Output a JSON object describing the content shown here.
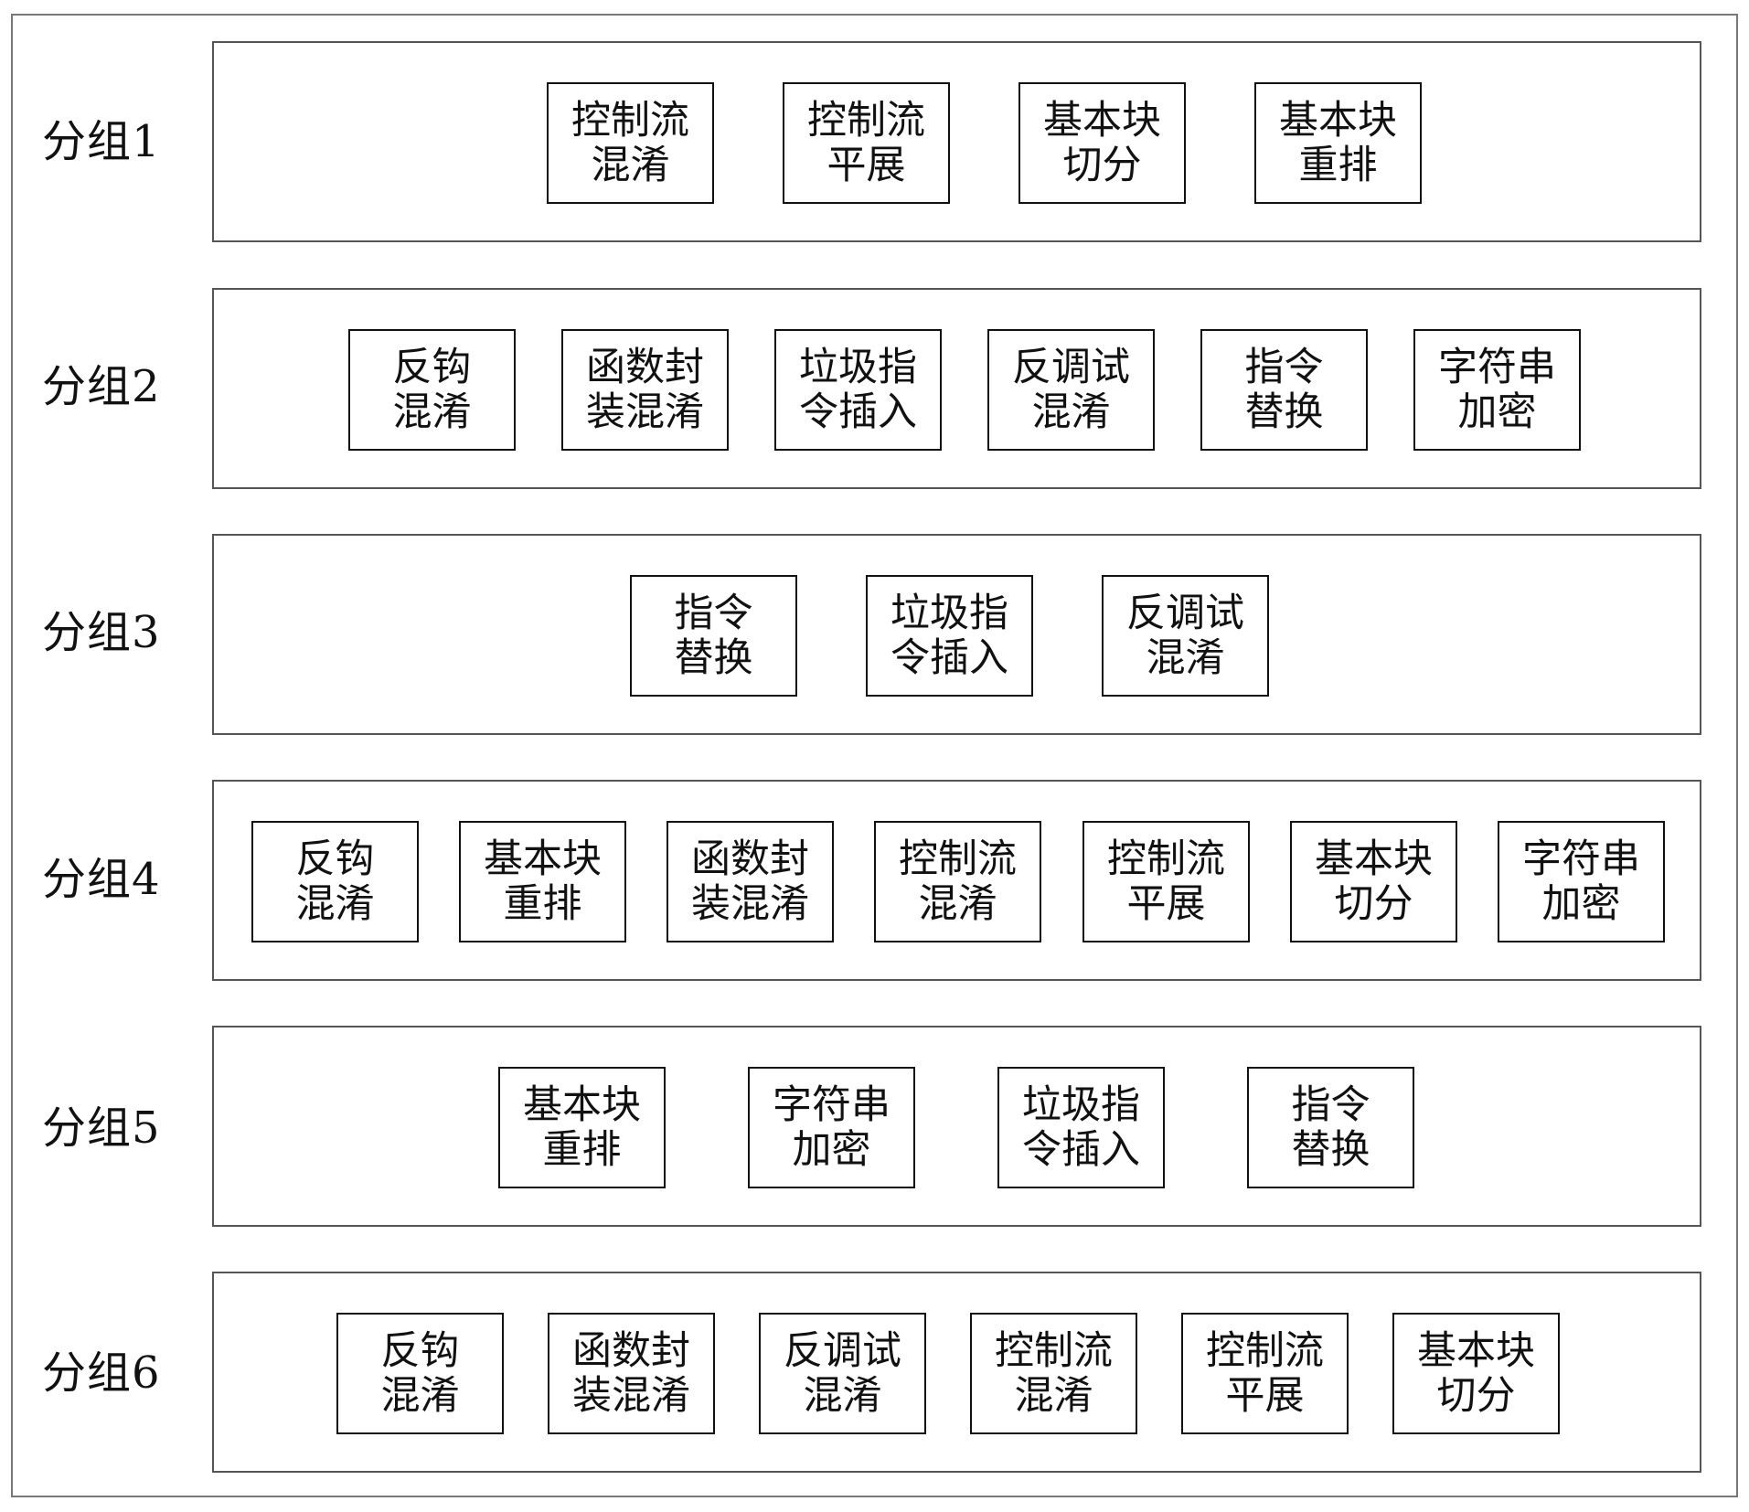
{
  "groups": [
    {
      "label": "分组1",
      "items": [
        {
          "line1": "控制流",
          "line2": "混淆"
        },
        {
          "line1": "控制流",
          "line2": "平展"
        },
        {
          "line1": "基本块",
          "line2": "切分"
        },
        {
          "line1": "基本块",
          "line2": "重排"
        }
      ]
    },
    {
      "label": "分组2",
      "items": [
        {
          "line1": "反钩",
          "line2": "混淆"
        },
        {
          "line1": "函数封",
          "line2": "装混淆"
        },
        {
          "line1": "垃圾指",
          "line2": "令插入"
        },
        {
          "line1": "反调试",
          "line2": "混淆"
        },
        {
          "line1": "指令",
          "line2": "替换"
        },
        {
          "line1": "字符串",
          "line2": "加密"
        }
      ]
    },
    {
      "label": "分组3",
      "items": [
        {
          "line1": "指令",
          "line2": "替换"
        },
        {
          "line1": "垃圾指",
          "line2": "令插入"
        },
        {
          "line1": "反调试",
          "line2": "混淆"
        }
      ]
    },
    {
      "label": "分组4",
      "items": [
        {
          "line1": "反钩",
          "line2": "混淆"
        },
        {
          "line1": "基本块",
          "line2": "重排"
        },
        {
          "line1": "函数封",
          "line2": "装混淆"
        },
        {
          "line1": "控制流",
          "line2": "混淆"
        },
        {
          "line1": "控制流",
          "line2": "平展"
        },
        {
          "line1": "基本块",
          "line2": "切分"
        },
        {
          "line1": "字符串",
          "line2": "加密"
        }
      ]
    },
    {
      "label": "分组5",
      "items": [
        {
          "line1": "基本块",
          "line2": "重排"
        },
        {
          "line1": "字符串",
          "line2": "加密"
        },
        {
          "line1": "垃圾指",
          "line2": "令插入"
        },
        {
          "line1": "指令",
          "line2": "替换"
        }
      ]
    },
    {
      "label": "分组6",
      "items": [
        {
          "line1": "反钩",
          "line2": "混淆"
        },
        {
          "line1": "函数封",
          "line2": "装混淆"
        },
        {
          "line1": "反调试",
          "line2": "混淆"
        },
        {
          "line1": "控制流",
          "line2": "混淆"
        },
        {
          "line1": "控制流",
          "line2": "平展"
        },
        {
          "line1": "基本块",
          "line2": "切分"
        }
      ]
    }
  ]
}
